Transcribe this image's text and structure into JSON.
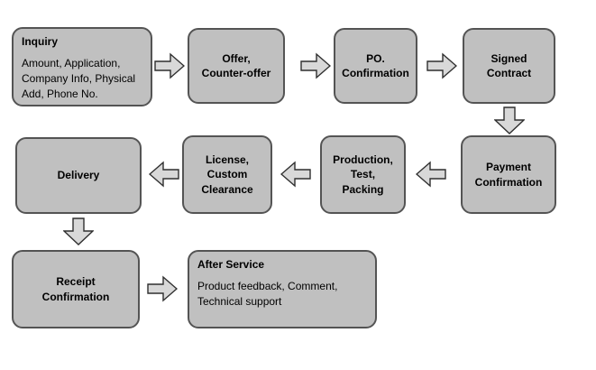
{
  "diagram": {
    "type": "flowchart",
    "background": "#ffffff",
    "colors": {
      "node_fill": "#c0c0c0",
      "node_border": "#545454",
      "arrow_fill": "#d8d8d8",
      "arrow_stroke": "#2f2f2f",
      "text": "#000000"
    },
    "nodes": {
      "inquiry": {
        "title": "Inquiry",
        "body": "Amount, Application,\nCompany Info, Physical\nAdd, Phone No."
      },
      "offer": {
        "label": "Offer,\nCounter-offer"
      },
      "po_confirmation": {
        "label": "PO.\nConfirmation"
      },
      "signed_contract": {
        "label": "Signed\nContract"
      },
      "payment_confirmation": {
        "label": "Payment\nConfirmation"
      },
      "production": {
        "label": "Production,\nTest,\nPacking"
      },
      "license": {
        "label": "License,\nCustom\nClearance"
      },
      "delivery": {
        "label": "Delivery"
      },
      "receipt_confirmation": {
        "label": "Receipt\nConfirmation"
      },
      "after_service": {
        "title": "After Service",
        "body": "Product feedback, Comment,\nTechnical support"
      }
    },
    "connectors": [
      {
        "from": "inquiry",
        "to": "offer",
        "direction": "right"
      },
      {
        "from": "offer",
        "to": "po_confirmation",
        "direction": "right"
      },
      {
        "from": "po_confirmation",
        "to": "signed_contract",
        "direction": "right"
      },
      {
        "from": "signed_contract",
        "to": "payment_confirmation",
        "direction": "down"
      },
      {
        "from": "payment_confirmation",
        "to": "production",
        "direction": "left"
      },
      {
        "from": "production",
        "to": "license",
        "direction": "left"
      },
      {
        "from": "license",
        "to": "delivery",
        "direction": "left"
      },
      {
        "from": "delivery",
        "to": "receipt_confirmation",
        "direction": "down"
      },
      {
        "from": "receipt_confirmation",
        "to": "after_service",
        "direction": "right"
      }
    ]
  }
}
